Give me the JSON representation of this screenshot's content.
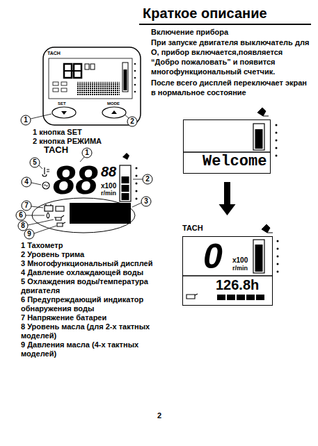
{
  "diagram": {
    "title": "Краткое описание",
    "nodes": [
      {
        "text": [
          "Welcome"
        ]
      },
      {
        "text": [
          "TACH",
          "0",
          "x100",
          "r/min",
          "126.8h"
        ]
      }
    ],
    "edges": [
      {
        "from": 0,
        "to": 1,
        "arrow": "to"
      }
    ],
    "labels": [
      "Включение прибора",
      "При запуске двигателя выключатель для О, прибор включается,появляется “Добро пожаловать” и появится многофункциональный счетчик.",
      "После всего  дисплей переключает экран в нормальное состояние",
      "TACH",
      "SET",
      "MODE",
      "1",
      "2",
      "1 кнопка SET",
      "2 кнопка РЕЖИМА",
      "TACH",
      "88",
      "88",
      "x100",
      "r/min",
      "1",
      "2",
      "3",
      "4",
      "5",
      "6",
      "7",
      "8",
      "9",
      "1 Тахометр",
      "2 Уровень трима",
      "3 Многофункциональный дисплей",
      "4 Давление охлаждающей воды",
      "5 Охлаждения воды/температура двигателя",
      "6 Предупреждающий индикатор обнаружения воды",
      "7 Напряжение батареи",
      "8 Уровень масла (для 2-х тактных моделей)",
      "9 Давления масла (4-х тактных моделей)",
      "2"
    ]
  }
}
